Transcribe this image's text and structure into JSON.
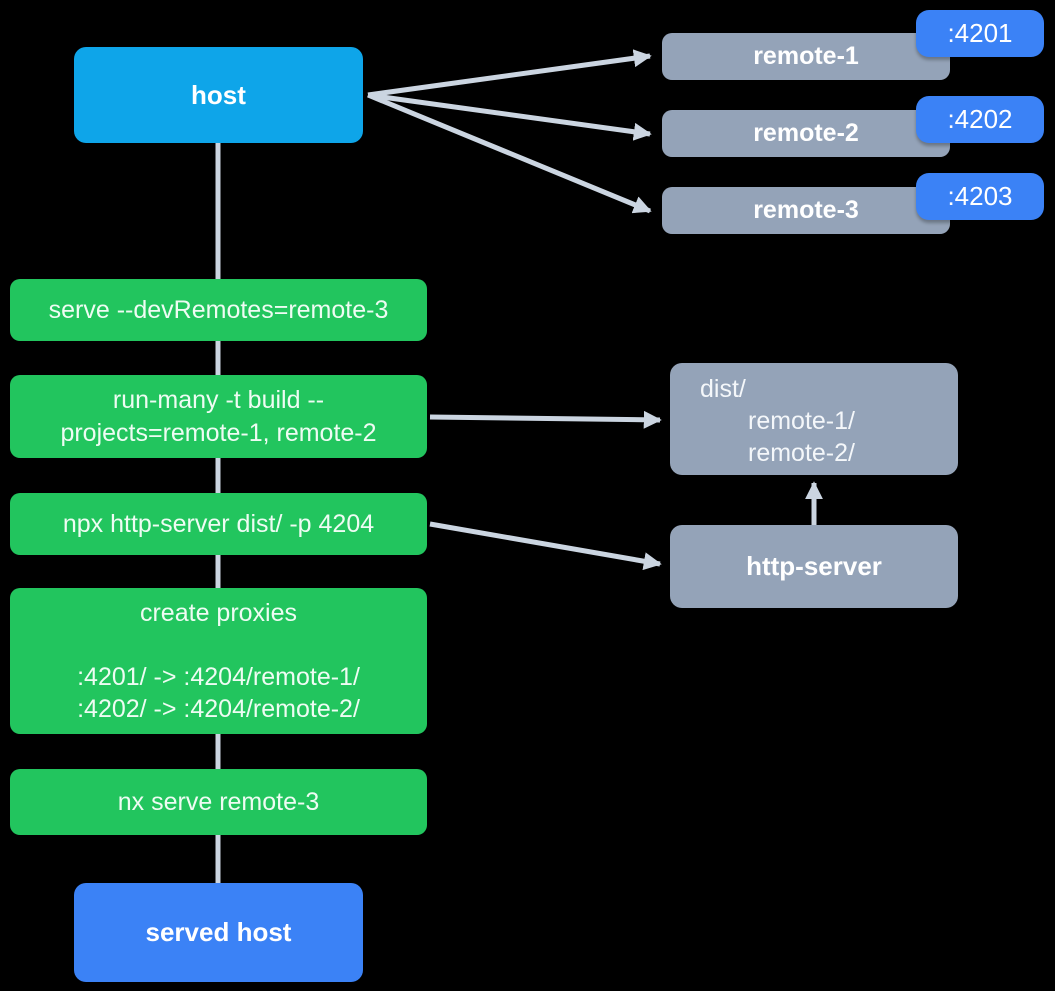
{
  "diagram": {
    "host": {
      "label": "host"
    },
    "served_host": {
      "label": "served host"
    },
    "remotes": [
      {
        "name": "remote-1",
        "port": ":4201"
      },
      {
        "name": "remote-2",
        "port": ":4202"
      },
      {
        "name": "remote-3",
        "port": ":4203"
      }
    ],
    "steps": {
      "serve": {
        "line1": "serve --devRemotes=remote-3"
      },
      "build": {
        "line1": "run-many -t build --",
        "line2": "projects=remote-1, remote-2"
      },
      "http_cmd": {
        "line1": "npx http-server dist/ -p 4204"
      },
      "proxies": {
        "title": "create proxies",
        "rule1": ":4201/ -> :4204/remote-1/",
        "rule2": ":4202/ -> :4204/remote-2/"
      },
      "nx_serve": {
        "line1": "nx serve remote-3"
      }
    },
    "dist_folder": {
      "root": "dist/",
      "child1": "remote-1/",
      "child2": "remote-2/"
    },
    "http_server": {
      "label": "http-server"
    }
  },
  "colors": {
    "background": "#000000",
    "host_blue": "#0ea5e9",
    "accent_blue": "#3b82f6",
    "command_green": "#22c55e",
    "node_gray": "#94a3b8",
    "connector_gray": "#cbd5e1",
    "text": "#ffffff"
  }
}
